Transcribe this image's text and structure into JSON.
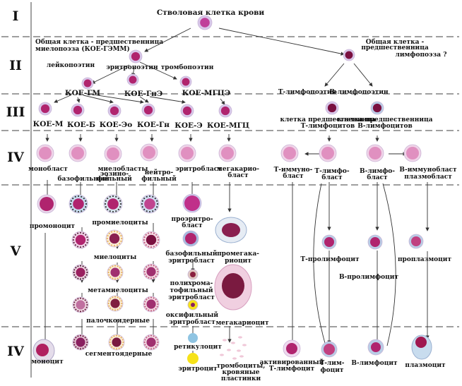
{
  "stages": {
    "s1": "I",
    "s2": "II",
    "s3": "III",
    "s4": "IV",
    "s5": "V",
    "s6": "IV"
  },
  "labels": {
    "stem_cell": "Стволовая клетка крови",
    "myelo_precursor_1": "Общая клетка - предшественница",
    "myelo_precursor_2": "миелопоэза (КОЕ-ГЭММ)",
    "lympho_precursor_1": "Общая клетка -",
    "lympho_precursor_2": "предшественница",
    "lympho_precursor_3": "лимфопоэза ?",
    "leukopoiesis": "лейкопоэтин",
    "erythropoiesis": "эритропоэтин",
    "thrombopoiesis": "тромбопоэтин",
    "t_lymphopoiesis": "Т-лимфопоэтин",
    "b_lymphopoiesis": "В-лимфопоэтин",
    "koe_gm": "КОЕ-ГМ",
    "koe_gne": "КОЕ-ГнЭ",
    "koe_mgce": "КОЕ-МГЦЭ",
    "koe_m": "КОЕ-М",
    "koe_b": "КОЕ-Б",
    "koe_eo": "КОЕ-Эо",
    "koe_gn": "КОЕ-Гн",
    "koe_e": "КОЕ-Э",
    "koe_mgc": "КОЕ-МГЦ",
    "t_prec_1": "клетка предшественница",
    "t_prec_2": "Т-лимфоцитов",
    "b_prec_1": "клетка предшественница",
    "b_prec_2": "В-лимфоцитов",
    "monoblast": "монобласт",
    "myeloblasts": "миелобласты",
    "basophilic": "базофильный",
    "eosinophilic_1": "эозино-",
    "eosinophilic_2": "фильный",
    "neutrophilic_1": "нейтро-",
    "neutrophilic_2": "фильный",
    "erythroblast": "эритробласт",
    "megakaryoblast_1": "мегакарио-",
    "megakaryoblast_2": "бласт",
    "t_immunoblast_1": "Т-иммуно-",
    "t_immunoblast_2": "бласт",
    "t_lymphoblast_1": "Т-лимфо-",
    "t_lymphoblast_2": "бласт",
    "b_lymphoblast_1": "В-лимфо-",
    "b_lymphoblast_2": "бласт",
    "b_immunoblast_1": "В-иммунобласт",
    "b_immunoblast_2": "плазмобласт",
    "promonocyte": "промоноцит",
    "promyelocytes": "промиелоциты",
    "proerythroblast_1": "проэритро-",
    "proerythroblast_2": "бласт",
    "myelocytes": "миелоциты",
    "basophilic_erythroblast_1": "базофильный",
    "basophilic_erythroblast_2": "эритробласт",
    "promegakaryocyte_1": "промегака-",
    "promegakaryocyte_2": "риоцит",
    "metamyelocytes": "метамиелоциты",
    "polychromatophilic_1": "полихрома-",
    "polychromatophilic_2": "тофильный",
    "polychromatophilic_3": "эритробласт",
    "band": "палочкоядерные",
    "oxyphilic_1": "оксифильный",
    "oxyphilic_2": "эритробласт",
    "megakaryocyte": "мегакариоцит",
    "t_prolymphocyte": "Т-пролимфоцит",
    "b_prolymphocyte": "В-пролимфоцит",
    "proplasmocyte": "проплазмоцит",
    "monocyte": "моноцит",
    "segmented": "сегментоядерные",
    "reticulocyte": "ретикулоцит",
    "erythrocyte": "эритроцит",
    "platelets_1": "тромбоциты,",
    "platelets_2": "кровяные",
    "platelets_3": "пластинки",
    "activated_t_1": "активированный",
    "activated_t_2": "Т-лимфоцит",
    "t_lymphocyte_1": "Т-лим-",
    "t_lymphocyte_2": "фоцит",
    "b_lymphocyte": "В-лимфоцит",
    "plasmocyte": "плазмоцит"
  },
  "colors": {
    "nucleus_magenta": "#b0246e",
    "nucleus_dark": "#7a1040",
    "cytoplasm_pink": "#e9b4d2",
    "cytoplasm_blue": "#b8cde6",
    "cytoplasm_lilac": "#d8c8ea",
    "erythrocyte_yellow": "#f6e21a",
    "reticulocyte_blue": "#8fc4e2",
    "line": "#333333"
  }
}
